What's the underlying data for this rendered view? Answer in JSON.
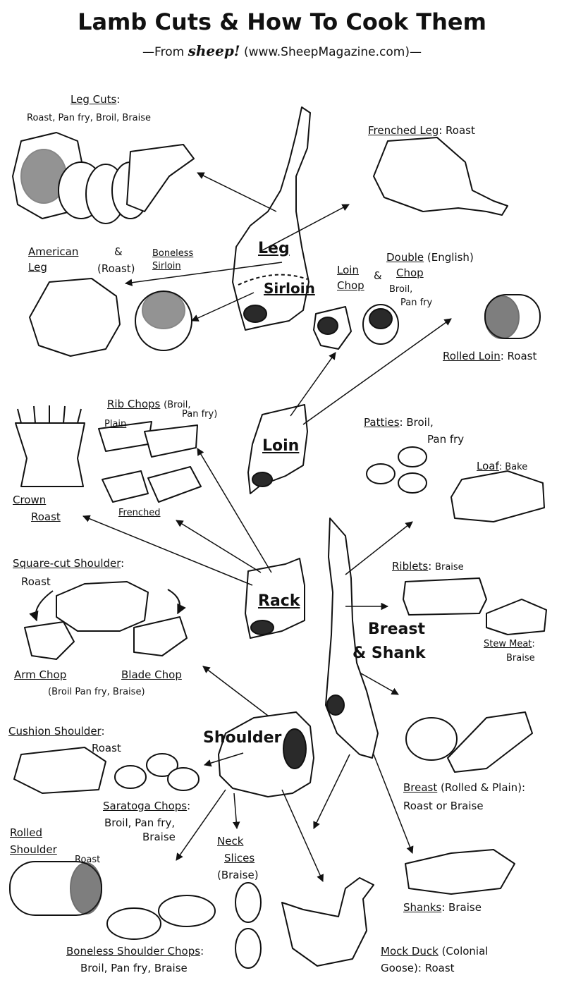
{
  "header": {
    "title": "Lamb Cuts & How To Cook Them",
    "subtitle_prefix": "—From",
    "magazine": "sheep!",
    "subtitle_suffix": "(www.SheepMagazine.com)—"
  },
  "primals": {
    "leg": "Leg",
    "sirloin": "Sirloin",
    "loin": "Loin",
    "rack": "Rack",
    "breast": "Breast",
    "shank": "& Shank",
    "shoulder": "Shoulder"
  },
  "cuts": {
    "leg_cuts": {
      "name": "Leg Cuts",
      "sep": ":",
      "method": "Roast, Pan fry, Broil, Braise"
    },
    "frenched_leg": {
      "name": "Frenched Leg",
      "method": ": Roast"
    },
    "american_leg": {
      "line1": "American",
      "line2": "Leg"
    },
    "amp": "&",
    "roast_paren": "(Roast)",
    "boneless_sirloin": {
      "line1": "Boneless",
      "line2": "Sirloin"
    },
    "loin_chop": {
      "line1": "Loin",
      "line2": "Chop"
    },
    "amp2": "&",
    "double_chop": {
      "line1": "Double",
      "line1b": " (English)",
      "line2": "Chop",
      "method1": "Broil,",
      "method2": "Pan fry"
    },
    "rolled_loin": {
      "name": "Rolled Loin",
      "method": ": Roast"
    },
    "rib_chops": {
      "name": "Rib Chops",
      "method1": "(Broil,",
      "method2": "Pan fry)",
      "plain": "Plain",
      "frenched": "Frenched"
    },
    "crown_roast": {
      "line1": "Crown",
      "line2": "Roast"
    },
    "patties": {
      "name": "Patties",
      "method1": ": Broil,",
      "method2": "Pan fry"
    },
    "loaf": {
      "name": "Loaf",
      "method": ": Bake"
    },
    "square_cut": {
      "name": "Square-cut Shoulder",
      "sep": ":",
      "method": "Roast"
    },
    "riblets": {
      "name": "Riblets",
      "sep": ":",
      "method": "Braise"
    },
    "stew_meat": {
      "name": "Stew Meat",
      "sep": ":",
      "method": "Braise"
    },
    "arm_chop": "Arm Chop",
    "blade_chop": "Blade Chop",
    "chop_methods": "(Broil Pan fry, Braise)",
    "cushion_shoulder": {
      "name": "Cushion Shoulder",
      "sep": ":",
      "method": "Roast"
    },
    "saratoga": {
      "name": "Saratoga Chops",
      "sep": ":",
      "method1": "Broil, Pan fry,",
      "method2": "Braise"
    },
    "breast_cut": {
      "name": "Breast",
      "method1": " (Rolled & Plain):",
      "method2": "Roast or Braise"
    },
    "rolled_shoulder": {
      "line1": "Rolled",
      "line2": "Shoulder",
      "method": "Roast"
    },
    "neck_slices": {
      "line1": "Neck",
      "line2": "Slices",
      "method": "(Braise)"
    },
    "shanks": {
      "name": "Shanks",
      "method": ":  Braise"
    },
    "boneless_shoulder_chops": {
      "name": "Boneless Shoulder Chops",
      "sep": ":",
      "method": "Broil, Pan fry, Braise"
    },
    "mock_duck": {
      "name": "Mock Duck",
      "method1": " (Colonial",
      "method2": "Goose): Roast"
    }
  },
  "style": {
    "ink": "#111111",
    "meat_fill": "#ffffff",
    "dark_meat": "#2a2a2a"
  }
}
